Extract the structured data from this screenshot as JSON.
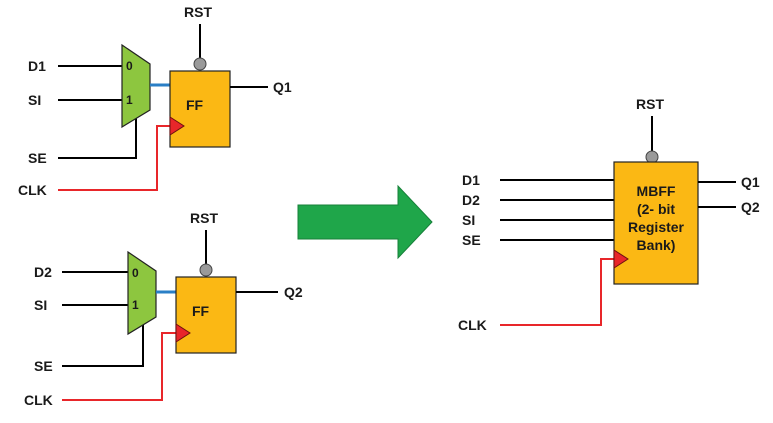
{
  "colors": {
    "flipflop_fill": "#fbb814",
    "mux_fill": "#8dc63f",
    "clock_wire": "#e8262a",
    "mux_to_ff_wire": "#2a7fc6",
    "transform_arrow": "#1fa64a",
    "reset_bubble": "#9a9a9a"
  },
  "left": {
    "top_cell": {
      "inputs": {
        "d": "D1",
        "si": "SI",
        "se": "SE",
        "clk": "CLK"
      },
      "mux": {
        "in0": "0",
        "in1": "1"
      },
      "ff_label": "FF",
      "rst": "RST",
      "output": "Q1"
    },
    "bottom_cell": {
      "inputs": {
        "d": "D2",
        "si": "SI",
        "se": "SE",
        "clk": "CLK"
      },
      "mux": {
        "in0": "0",
        "in1": "1"
      },
      "ff_label": "FF",
      "rst": "RST",
      "output": "Q2"
    }
  },
  "arrow_icon": "right-arrow-icon",
  "right": {
    "mbff": {
      "lines": [
        "MBFF",
        "(2- bit",
        "Register",
        "Bank)"
      ],
      "inputs": {
        "d1": "D1",
        "d2": "D2",
        "si": "SI",
        "se": "SE",
        "clk": "CLK"
      },
      "rst": "RST",
      "outputs": {
        "q1": "Q1",
        "q2": "Q2"
      }
    }
  }
}
